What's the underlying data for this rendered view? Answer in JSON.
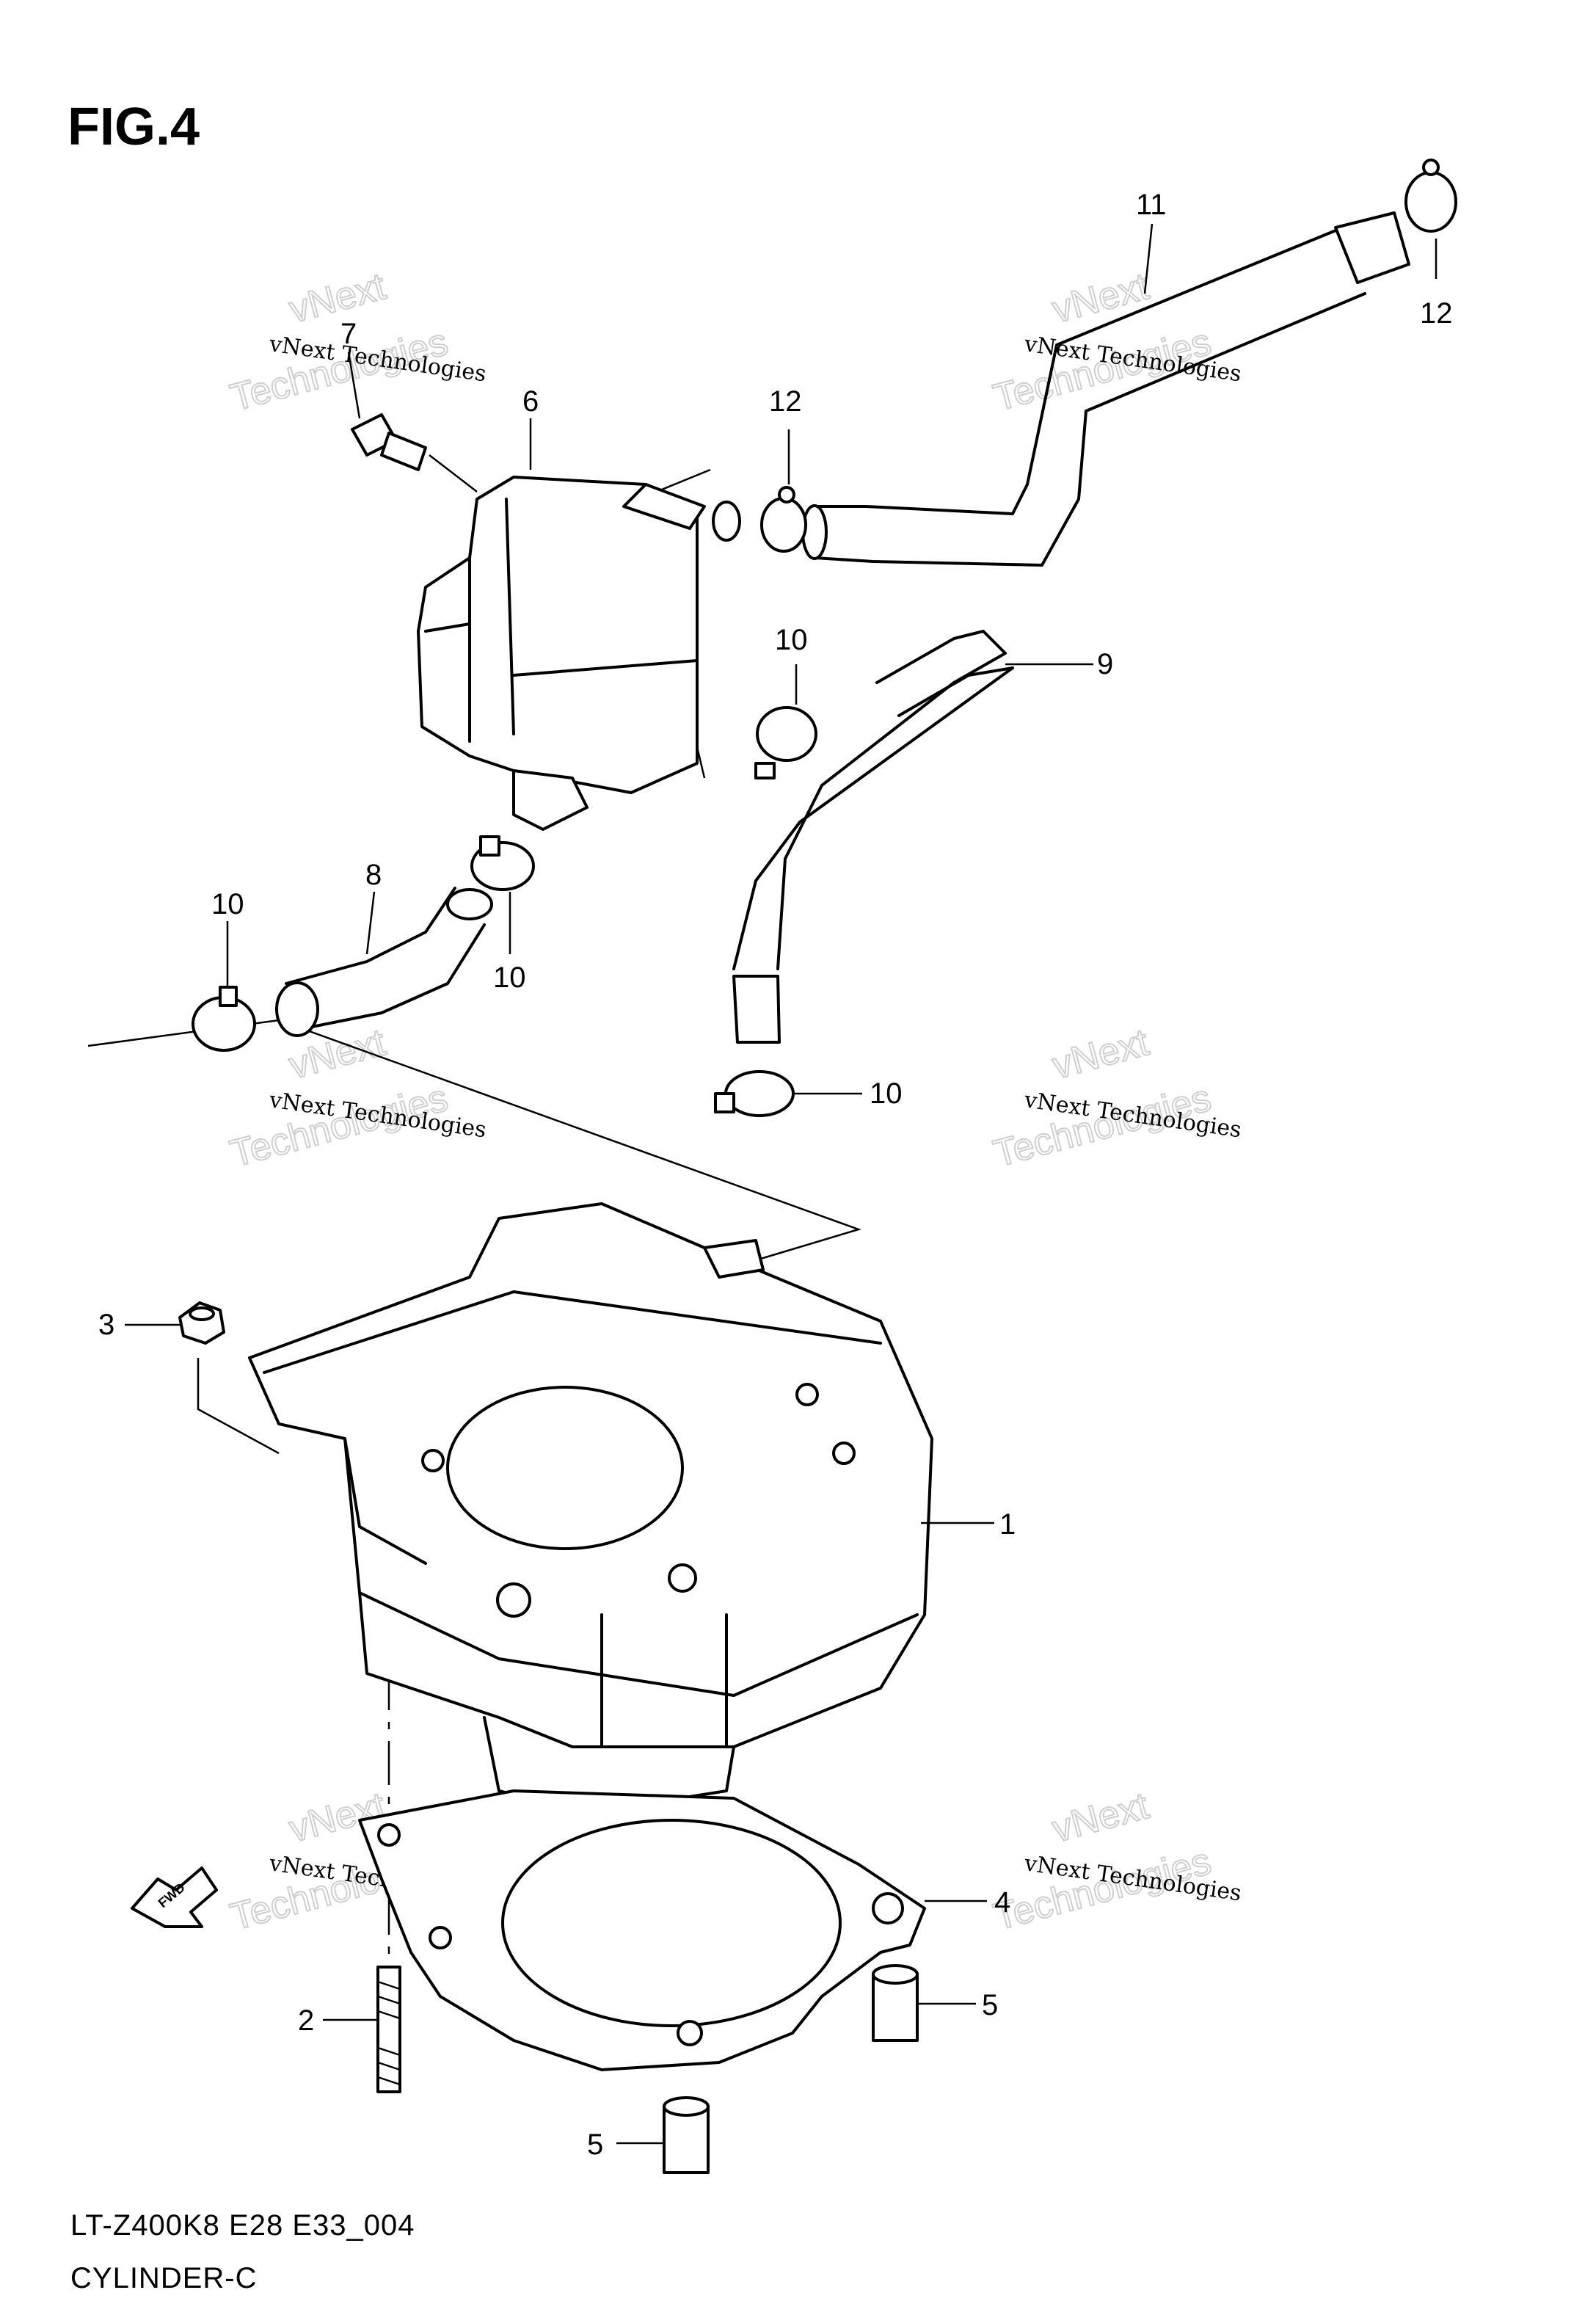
{
  "figure": {
    "title": "FIG.4"
  },
  "footer": {
    "code": "LT-Z400K8 E28 E33_004",
    "name": "CYLINDER-C"
  },
  "watermark": {
    "line1": "vNext Technologies",
    "line2a": "vNext",
    "line2b": "Technologies"
  },
  "fwd_label": "FWD",
  "callouts": {
    "c1": "1",
    "c2": "2",
    "c3": "3",
    "c4": "4",
    "c5a": "5",
    "c5b": "5",
    "c6": "6",
    "c7": "7",
    "c8": "8",
    "c9": "9",
    "c10a": "10",
    "c10b": "10",
    "c10c": "10",
    "c10d": "10",
    "c11": "11",
    "c12a": "12",
    "c12b": "12"
  }
}
